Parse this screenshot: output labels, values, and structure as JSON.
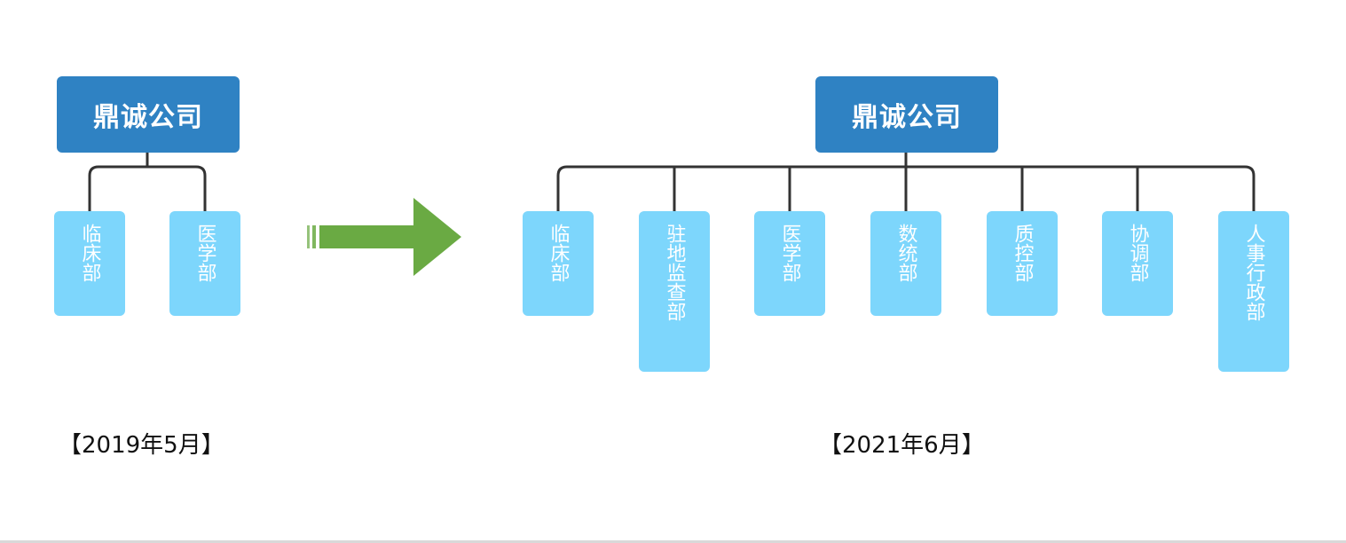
{
  "before": {
    "company": "鼎诚公司",
    "departments": [
      "临床部",
      "医学部"
    ],
    "date": "【2019年5月】"
  },
  "after": {
    "company": "鼎诚公司",
    "departments": [
      "临床部",
      "驻地监查部",
      "医学部",
      "数统部",
      "质控部",
      "协调部",
      "人事行政部"
    ],
    "date": "【2021年6月】"
  },
  "colors": {
    "root_fill": "#2f82c3",
    "dept_fill": "#7dd6fc",
    "connector": "#333333",
    "arrow": "#6aaa43"
  }
}
